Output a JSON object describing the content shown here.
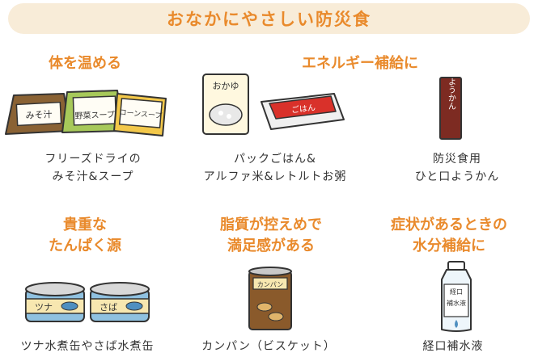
{
  "header": {
    "title": "おなかにやさしい防災食"
  },
  "categories": {
    "warm": "体を温める",
    "energy": "エネルギー補給に",
    "protein": [
      "貴重な",
      "たんぱく源"
    ],
    "fat": [
      "脂質が控えめで",
      "満足感がある"
    ],
    "hydration": [
      "症状があるときの",
      "水分補給に"
    ]
  },
  "items": {
    "freeze_dry": {
      "caption": [
        "フリーズドライの",
        "みそ汁&スープ"
      ],
      "pack_labels": [
        "みそ汁",
        "野菜スープ",
        "コーンスープ"
      ]
    },
    "rice": {
      "caption": [
        "パックごはん&",
        "アルファ米&レトルトお粥"
      ],
      "cup_label": "おかゆ",
      "tray_label": "ごはん"
    },
    "yokan": {
      "caption": [
        "防災食用",
        "ひと口ようかん"
      ],
      "stick_label": "ようかん"
    },
    "cans": {
      "caption": "ツナ水煮缶やさば水煮缶",
      "can_labels": [
        "ツナ",
        "さば"
      ]
    },
    "kanpan": {
      "caption": "カンパン（ビスケット）",
      "can_label": "カンパン"
    },
    "ors": {
      "caption": "経口補水液",
      "bottle_label": "補水液",
      "bottle_label_top": "経口"
    }
  },
  "colors": {
    "accent": "#e98a2c",
    "banner_bg": "#f8ecd8",
    "miso_pack": "#8a6234",
    "veg_pack": "#a7c95a",
    "corn_pack": "#f3c84a",
    "tray_red": "#d9312a",
    "yokan": "#7d2b22",
    "can_blue": "#8fc1e0",
    "kanpan_can": "#8a5a2b"
  }
}
